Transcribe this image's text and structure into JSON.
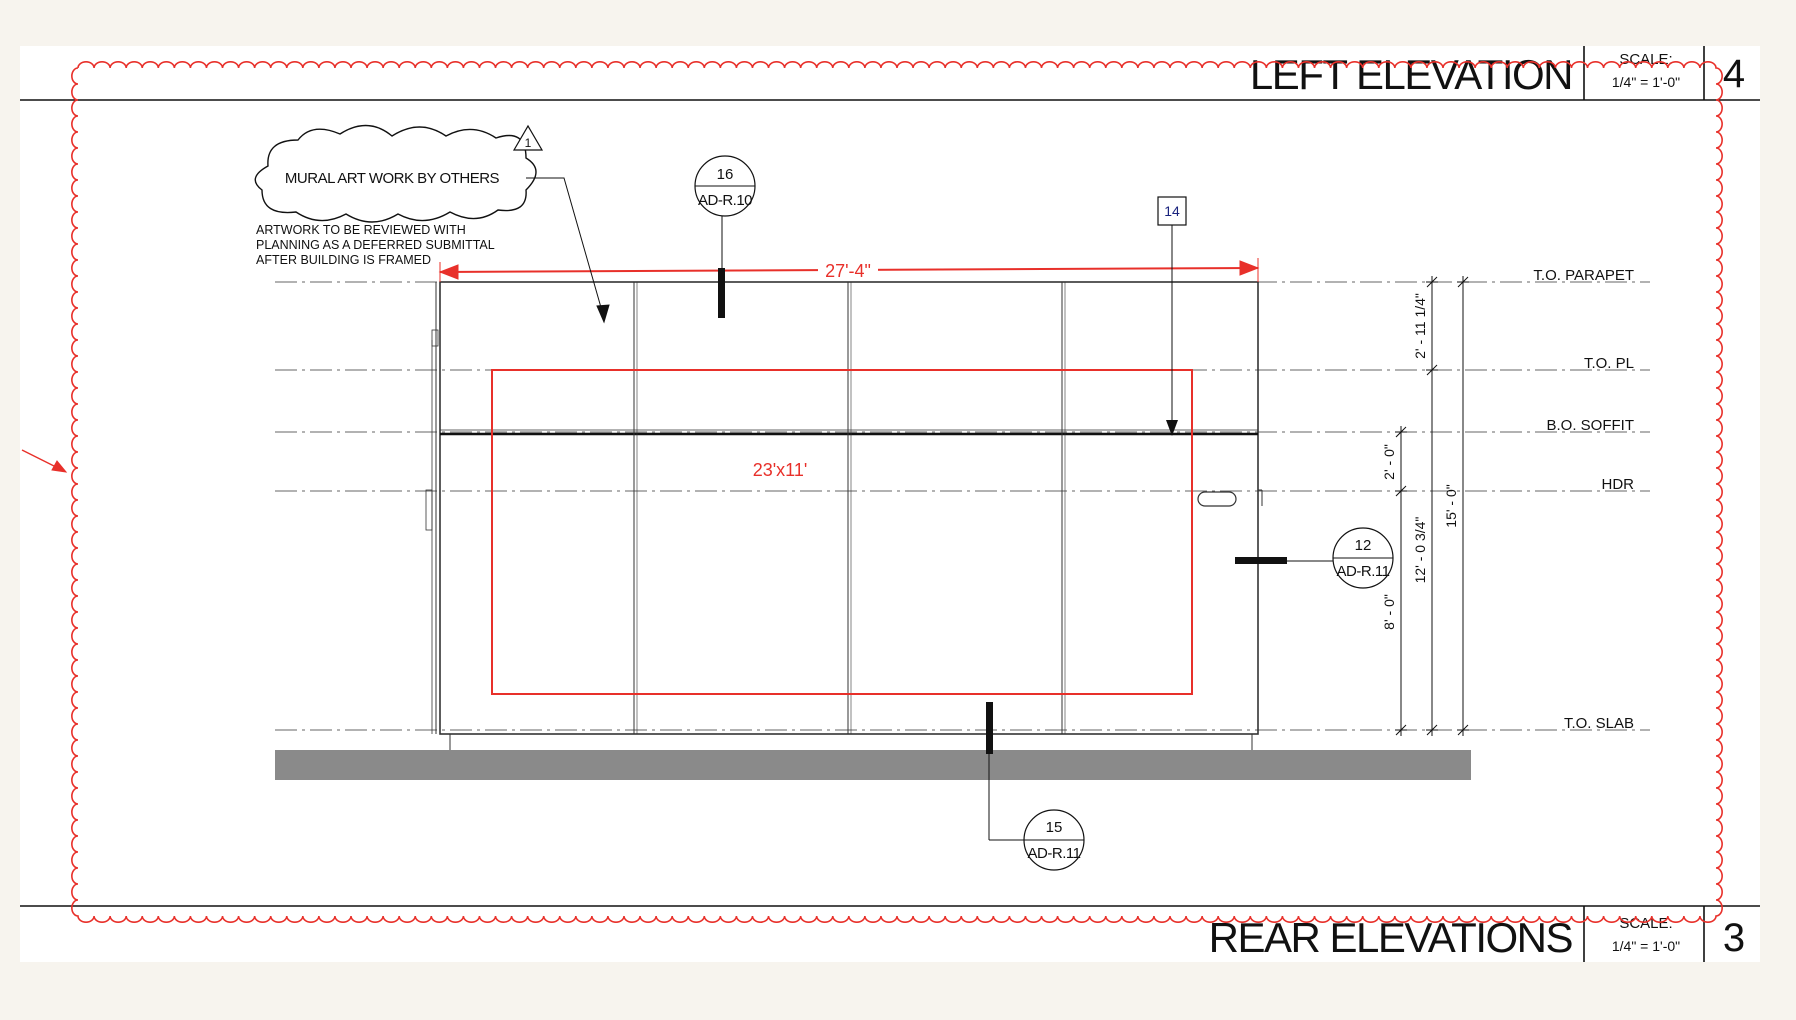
{
  "colors": {
    "background": "#f7f4ee",
    "sheet": "#ffffff",
    "ink": "#111111",
    "revision_red": "#e8302a",
    "ground_fill": "#8a8a8a",
    "tag_blue": "#1a237e"
  },
  "title_blocks": [
    {
      "title": "LEFT ELEVATION",
      "scale_label": "SCALE:",
      "scale_value": "1/4\" = 1'-0\"",
      "number": "4"
    },
    {
      "title": "REAR ELEVATIONS",
      "scale_label": "SCALE:",
      "scale_value": "1/4\" = 1'-0\"",
      "number": "3"
    }
  ],
  "revision": {
    "number": "1",
    "cloud_label": "MURAL ART WORK BY OTHERS",
    "note_lines": [
      "ARTWORK TO BE REVIEWED WITH",
      "PLANNING  AS A DEFERRED SUBMITTAL",
      "AFTER BUILDING IS FRAMED"
    ]
  },
  "mural": {
    "overall_width": "27'-4\"",
    "size_label": "23'x11'"
  },
  "levels": [
    "T.O. PARAPET",
    "T.O. PL",
    "B.O. SOFFIT",
    "HDR",
    "T.O. SLAB"
  ],
  "dimensions": {
    "parapet_height": "2' - 11 1/4\"",
    "soffit_to_hdr": "2' - 0\"",
    "slab_to_hdr": "8' - 0\"",
    "slab_to_pl": "12' - 0 3/4\"",
    "overall_height": "15' - 0\""
  },
  "section_callouts": [
    {
      "number": "16",
      "sheet": "AD-R.10"
    },
    {
      "number": "12",
      "sheet": "AD-R.11"
    },
    {
      "number": "15",
      "sheet": "AD-R.11"
    }
  ],
  "keynote_tag": "14"
}
